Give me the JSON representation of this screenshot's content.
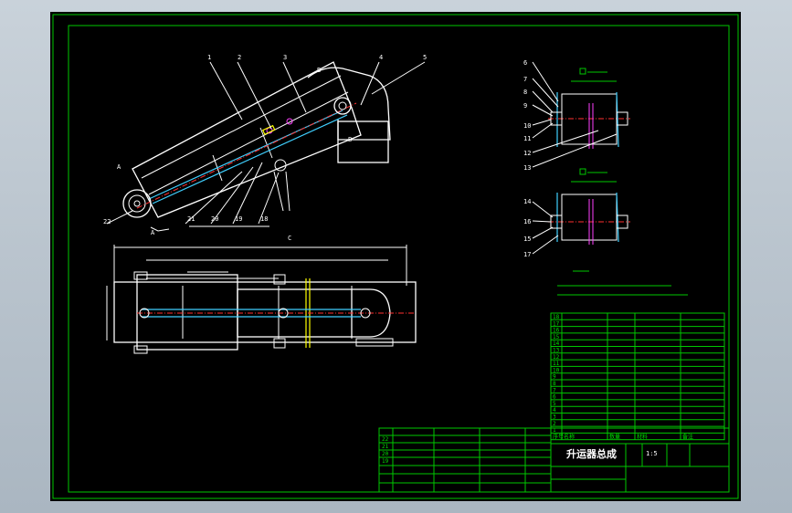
{
  "part_numbers_top": [
    "1",
    "2",
    "3",
    "4",
    "5"
  ],
  "part_numbers_bottom": [
    "22",
    "21",
    "20",
    "19",
    "18"
  ],
  "part_numbers_right": [
    "6",
    "7",
    "8",
    "9",
    "10",
    "11",
    "12",
    "13",
    "14",
    "16",
    "15",
    "17"
  ],
  "dim_top": "C",
  "section_labels": [
    "A",
    "A",
    "B",
    "B"
  ],
  "title_block": {
    "drawing_name": "升运器总成",
    "scale": "1:5",
    "row_numbers": [
      "18",
      "17",
      "16",
      "15",
      "14",
      "13",
      "12",
      "11",
      "10",
      "9",
      "8",
      "7",
      "6",
      "5",
      "4",
      "3",
      "2",
      "1"
    ],
    "bottom_row_numbers": [
      "22",
      "21",
      "20",
      "19"
    ],
    "header_cells": [
      "序号",
      "名称",
      "数量",
      "材料",
      "备注"
    ]
  },
  "colors": {
    "background": "#000000",
    "outline": "#ffffff",
    "frame": "#00c800",
    "centerline": "#ff3030",
    "chain": "#40d0ff"
  }
}
